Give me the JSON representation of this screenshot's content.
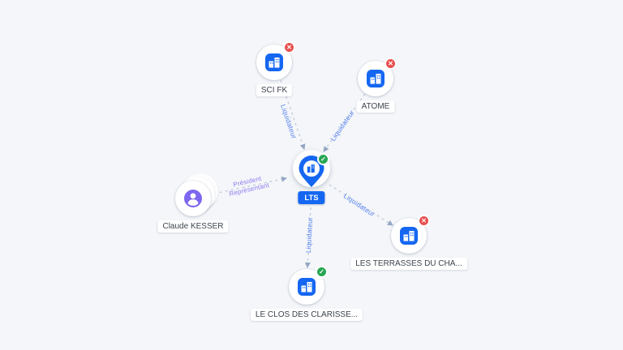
{
  "colors": {
    "bg": "#f4f6f9",
    "accent": "#1567f2",
    "edge": "#bcc8da",
    "arrow": "#93a7c4",
    "edge-label-blue": "#5a84f0",
    "edge-label-purple": "#8d7bf2",
    "person-purple": "#7d66f0",
    "badge-red": "#e8504f",
    "badge-green": "#27a653",
    "node-label-text": "#3c434d"
  },
  "icons": {
    "check": "✓",
    "cross": "✕"
  },
  "graph": {
    "center_node": {
      "label": "LTS",
      "type": "company",
      "status": "check"
    },
    "nodes": [
      {
        "label": "SCI FK",
        "type": "company",
        "status": "cross"
      },
      {
        "label": "ATOME",
        "type": "company",
        "status": "cross"
      },
      {
        "label": "Claude KESSER",
        "type": "person",
        "status": null
      },
      {
        "label": "LES TERRASSES DU CHA...",
        "type": "company",
        "status": "cross"
      },
      {
        "label": "LE CLOS DES CLARISSE...",
        "type": "company",
        "status": "check"
      }
    ],
    "edges": [
      {
        "from": "LTS",
        "to": "SCI FK",
        "labels": [
          "Liquidateur"
        ]
      },
      {
        "from": "LTS",
        "to": "ATOME",
        "labels": [
          "Liquidateur"
        ]
      },
      {
        "from": "Claude KESSER",
        "to": "LTS",
        "labels": [
          "Président",
          "Représentant"
        ]
      },
      {
        "from": "LTS",
        "to": "LES TERRASSES DU CHA...",
        "labels": [
          "Liquidateur"
        ]
      },
      {
        "from": "LTS",
        "to": "LE CLOS DES CLARISSE...",
        "labels": [
          "Liquidateur"
        ]
      }
    ]
  }
}
